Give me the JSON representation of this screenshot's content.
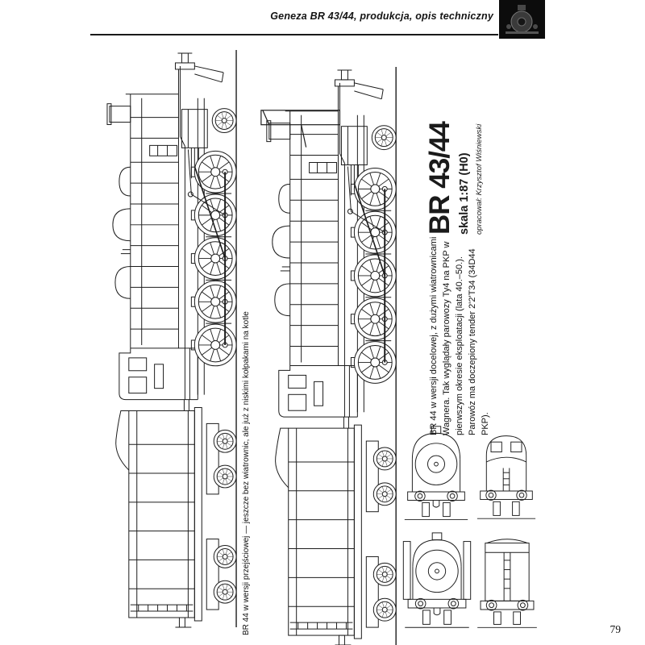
{
  "header": {
    "chapter_title": "Geneza BR 43/44, produkcja, opis techniczny"
  },
  "title_block": {
    "model": "BR 43/44",
    "scale": "skala 1:87 (H0)",
    "credit": "opracował: Krzysztof Wiśniewski"
  },
  "captions": {
    "final_version": "BR 44 w wersji docelowej, z dużymi wiatrownicami Wagnera. Tak wyglądały parowozy Ty4 na PKP w pierwszym okresie eksploatacji (lata 40.–50.). Parowóz ma doczepiony tender 2'2'T34 (34D44 PKP).",
    "transitional_version": "BR 44 w wersji przejściowej — jeszcze bez wiatrownic, ale już z niskimi kołpakami na kotle"
  },
  "page": {
    "number": "79"
  },
  "colors": {
    "ink": "#1c1c1c",
    "paper": "#ffffff"
  }
}
